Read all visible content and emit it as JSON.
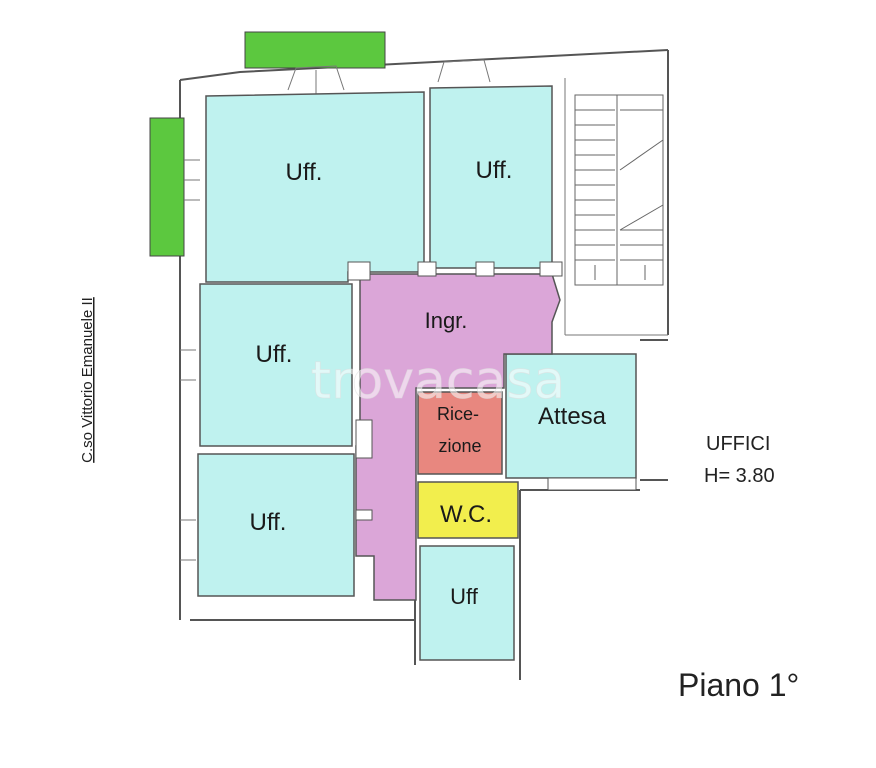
{
  "plan": {
    "colors": {
      "office": "#bff2ef",
      "entrance": "#dba6d8",
      "reception": "#e8877f",
      "wc": "#f2ee4d",
      "balcony": "#5cc83f",
      "wall": "#555555"
    },
    "rooms": {
      "uff_top_left": "Uff.",
      "uff_top_right": "Uff.",
      "uff_mid_left": "Uff.",
      "uff_bottom_left": "Uff.",
      "uff_small": "Uff",
      "ingresso": "Ingr.",
      "ricezione_line1": "Rice-",
      "ricezione_line2": "zione",
      "attesa": "Attesa",
      "wc": "W.C."
    },
    "street": "C.so Vittorio Emanuele II",
    "info": {
      "type": "UFFICI",
      "height": "H= 3.80"
    },
    "floor": "Piano 1°",
    "watermark": "trovacasa"
  }
}
